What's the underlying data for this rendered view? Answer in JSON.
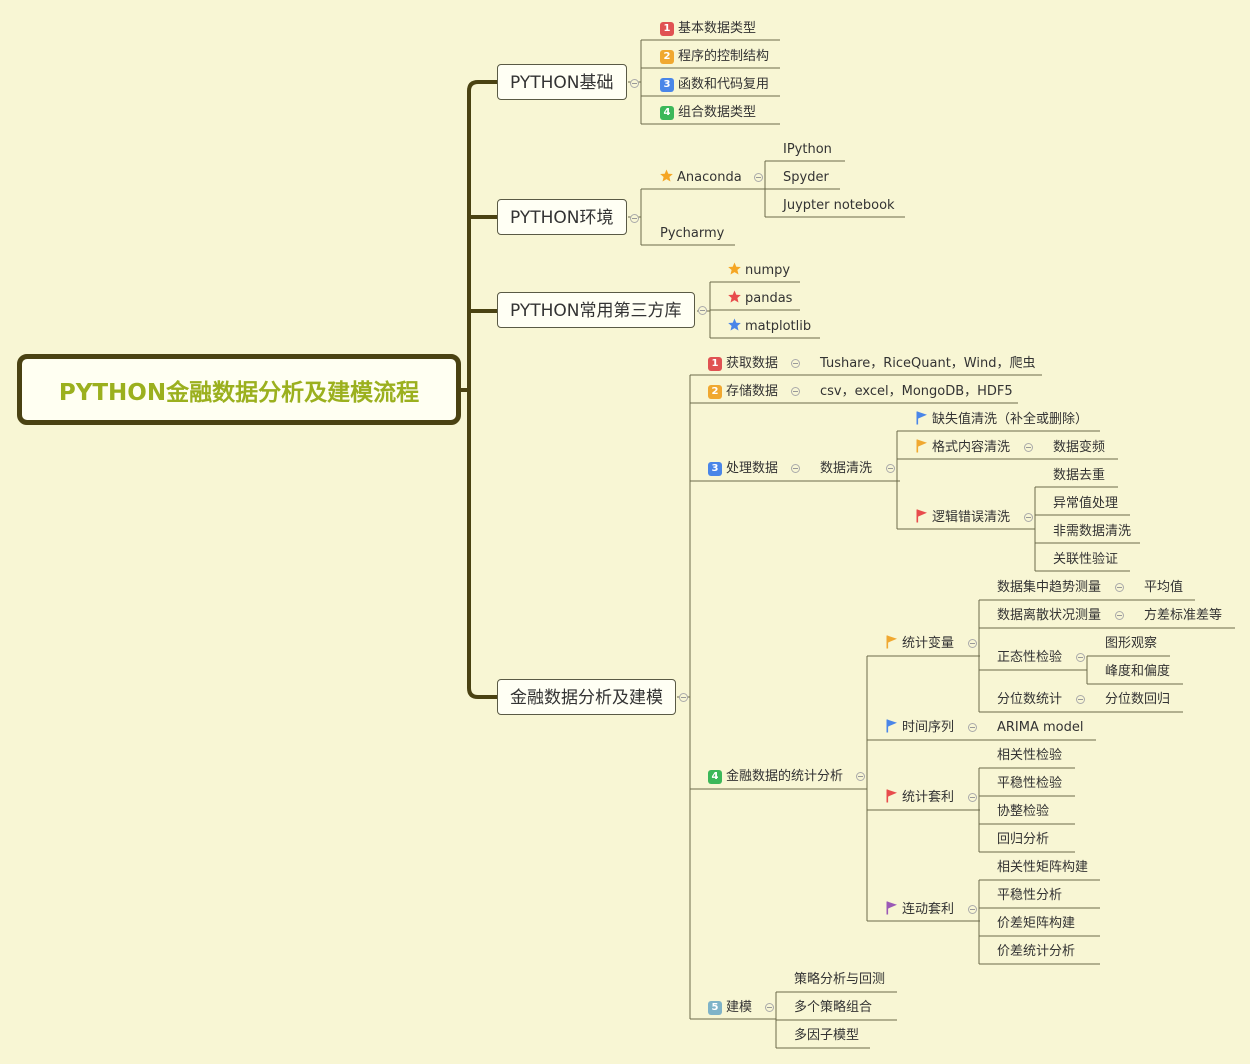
{
  "colors": {
    "trunk": "#4a4212",
    "line": "#6b6a4a",
    "root_text": "#9bb01e",
    "priority_1": "#e05252",
    "priority_2": "#f0a830",
    "priority_3": "#4a86e8",
    "priority_4": "#3cb85a",
    "priority_5": "#7fb3c8",
    "star_orange": "#f5a623",
    "star_red": "#e84c4c",
    "star_blue": "#4a86e8",
    "flag_blue": "#4a86e8",
    "flag_orange": "#f0a830",
    "flag_red": "#e84c4c",
    "flag_purple": "#9b59b6"
  },
  "root": "PYTHON金融数据分析及建模流程",
  "main": [
    {
      "label": "PYTHON基础",
      "children": [
        {
          "priority": "1",
          "label": "基本数据类型"
        },
        {
          "priority": "2",
          "label": "程序的控制结构"
        },
        {
          "priority": "3",
          "label": "函数和代码复用"
        },
        {
          "priority": "4",
          "label": "组合数据类型"
        }
      ]
    },
    {
      "label": "PYTHON环境",
      "children": [
        {
          "marker": "star-orange",
          "label": "Anaconda",
          "children": [
            {
              "label": "IPython"
            },
            {
              "label": "Spyder"
            },
            {
              "label": "Juypter notebook"
            }
          ]
        },
        {
          "label": "Pycharmy"
        }
      ]
    },
    {
      "label": "PYTHON常用第三方库",
      "children": [
        {
          "marker": "star-orange",
          "label": "numpy"
        },
        {
          "marker": "star-red",
          "label": "pandas"
        },
        {
          "marker": "star-blue",
          "label": "matplotlib"
        }
      ]
    },
    {
      "label": "金融数据分析及建模",
      "children": [
        {
          "priority": "1",
          "label": "获取数据",
          "children": [
            {
              "label": "Tushare，RiceQuant，Wind，爬虫"
            }
          ]
        },
        {
          "priority": "2",
          "label": "存储数据",
          "children": [
            {
              "label": "csv，excel，MongoDB，HDF5"
            }
          ]
        },
        {
          "priority": "3",
          "label": "处理数据",
          "children": [
            {
              "label": "数据清洗",
              "children": [
                {
                  "marker": "flag-blue",
                  "label": "缺失值清洗（补全或删除）"
                },
                {
                  "marker": "flag-orange",
                  "label": "格式内容清洗",
                  "children": [
                    {
                      "label": "数据变频"
                    }
                  ]
                },
                {
                  "marker": "flag-red",
                  "label": "逻辑错误清洗",
                  "children": [
                    {
                      "label": "数据去重"
                    },
                    {
                      "label": "异常值处理"
                    },
                    {
                      "label": "非需数据清洗"
                    },
                    {
                      "label": "关联性验证"
                    }
                  ]
                }
              ]
            }
          ]
        },
        {
          "priority": "4",
          "label": "金融数据的统计分析",
          "children": [
            {
              "marker": "flag-orange",
              "label": "统计变量",
              "children": [
                {
                  "label": "数据集中趋势测量",
                  "children": [
                    {
                      "label": "平均值"
                    }
                  ]
                },
                {
                  "label": "数据离散状况测量",
                  "children": [
                    {
                      "label": "方差标准差等"
                    }
                  ]
                },
                {
                  "label": "正态性检验",
                  "children": [
                    {
                      "label": "图形观察"
                    },
                    {
                      "label": "峰度和偏度"
                    }
                  ]
                },
                {
                  "label": "分位数统计",
                  "children": [
                    {
                      "label": "分位数回归"
                    }
                  ]
                }
              ]
            },
            {
              "marker": "flag-blue",
              "label": "时间序列",
              "children": [
                {
                  "label": "ARIMA model"
                }
              ]
            },
            {
              "marker": "flag-red",
              "label": "统计套利",
              "children": [
                {
                  "label": "相关性检验"
                },
                {
                  "label": "平稳性检验"
                },
                {
                  "label": "协整检验"
                },
                {
                  "label": "回归分析"
                }
              ]
            },
            {
              "marker": "flag-purple",
              "label": "连动套利",
              "children": [
                {
                  "label": "相关性矩阵构建"
                },
                {
                  "label": "平稳性分析"
                },
                {
                  "label": "价差矩阵构建"
                },
                {
                  "label": "价差统计分析"
                }
              ]
            }
          ]
        },
        {
          "priority": "5",
          "label": "建模",
          "children": [
            {
              "label": "策略分析与回测"
            },
            {
              "label": "多个策略组合"
            },
            {
              "label": "多因子模型"
            }
          ]
        }
      ]
    }
  ]
}
